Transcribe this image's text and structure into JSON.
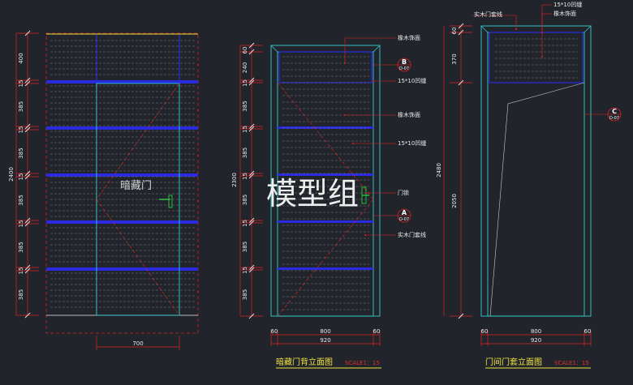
{
  "drawing1": {
    "left_dims": [
      "400",
      "15",
      "385",
      "15",
      "385",
      "15",
      "385",
      "15",
      "385",
      "15",
      "385"
    ],
    "total": "2400",
    "bottom_dim": "700",
    "door_label": "暗藏门"
  },
  "drawing2": {
    "left_dims": [
      "60",
      "240",
      "15",
      "385",
      "15",
      "385",
      "15",
      "385",
      "15",
      "385",
      "15",
      "385"
    ],
    "total": "2300",
    "bottom_dims": [
      "60",
      "800",
      "60"
    ],
    "bottom_total": "920",
    "annotations": [
      "橡木饰面",
      "15*10凹缝",
      "橡木饰面",
      "15*10凹缝",
      "门锁",
      "实木门套线"
    ],
    "tag_b": {
      "letter": "B",
      "sheet": "D-07"
    },
    "tag_a": {
      "letter": "A",
      "sheet": "D-07"
    },
    "title": "暗藏门背立面图",
    "scale": "SCALE1：15"
  },
  "drawing3": {
    "left_dims": [
      "60",
      "370",
      "2050"
    ],
    "total": "2480",
    "bottom_dims": [
      "60",
      "800",
      "60"
    ],
    "bottom_total": "920",
    "annotations": [
      "实木门套线",
      "15*10凹缝",
      "橡木饰面"
    ],
    "tag_c": {
      "letter": "C",
      "sheet": "D-07"
    },
    "title": "门间门套立面图",
    "scale": "SCALE1：15"
  },
  "watermark": "模型组",
  "colors": {
    "background": "#21252b",
    "red": "#e02020",
    "cyan": "#30d0d0",
    "blue": "#2a2ae0",
    "yellow": "#f0e040",
    "green": "#20d040",
    "white": "#e8e8e8"
  }
}
